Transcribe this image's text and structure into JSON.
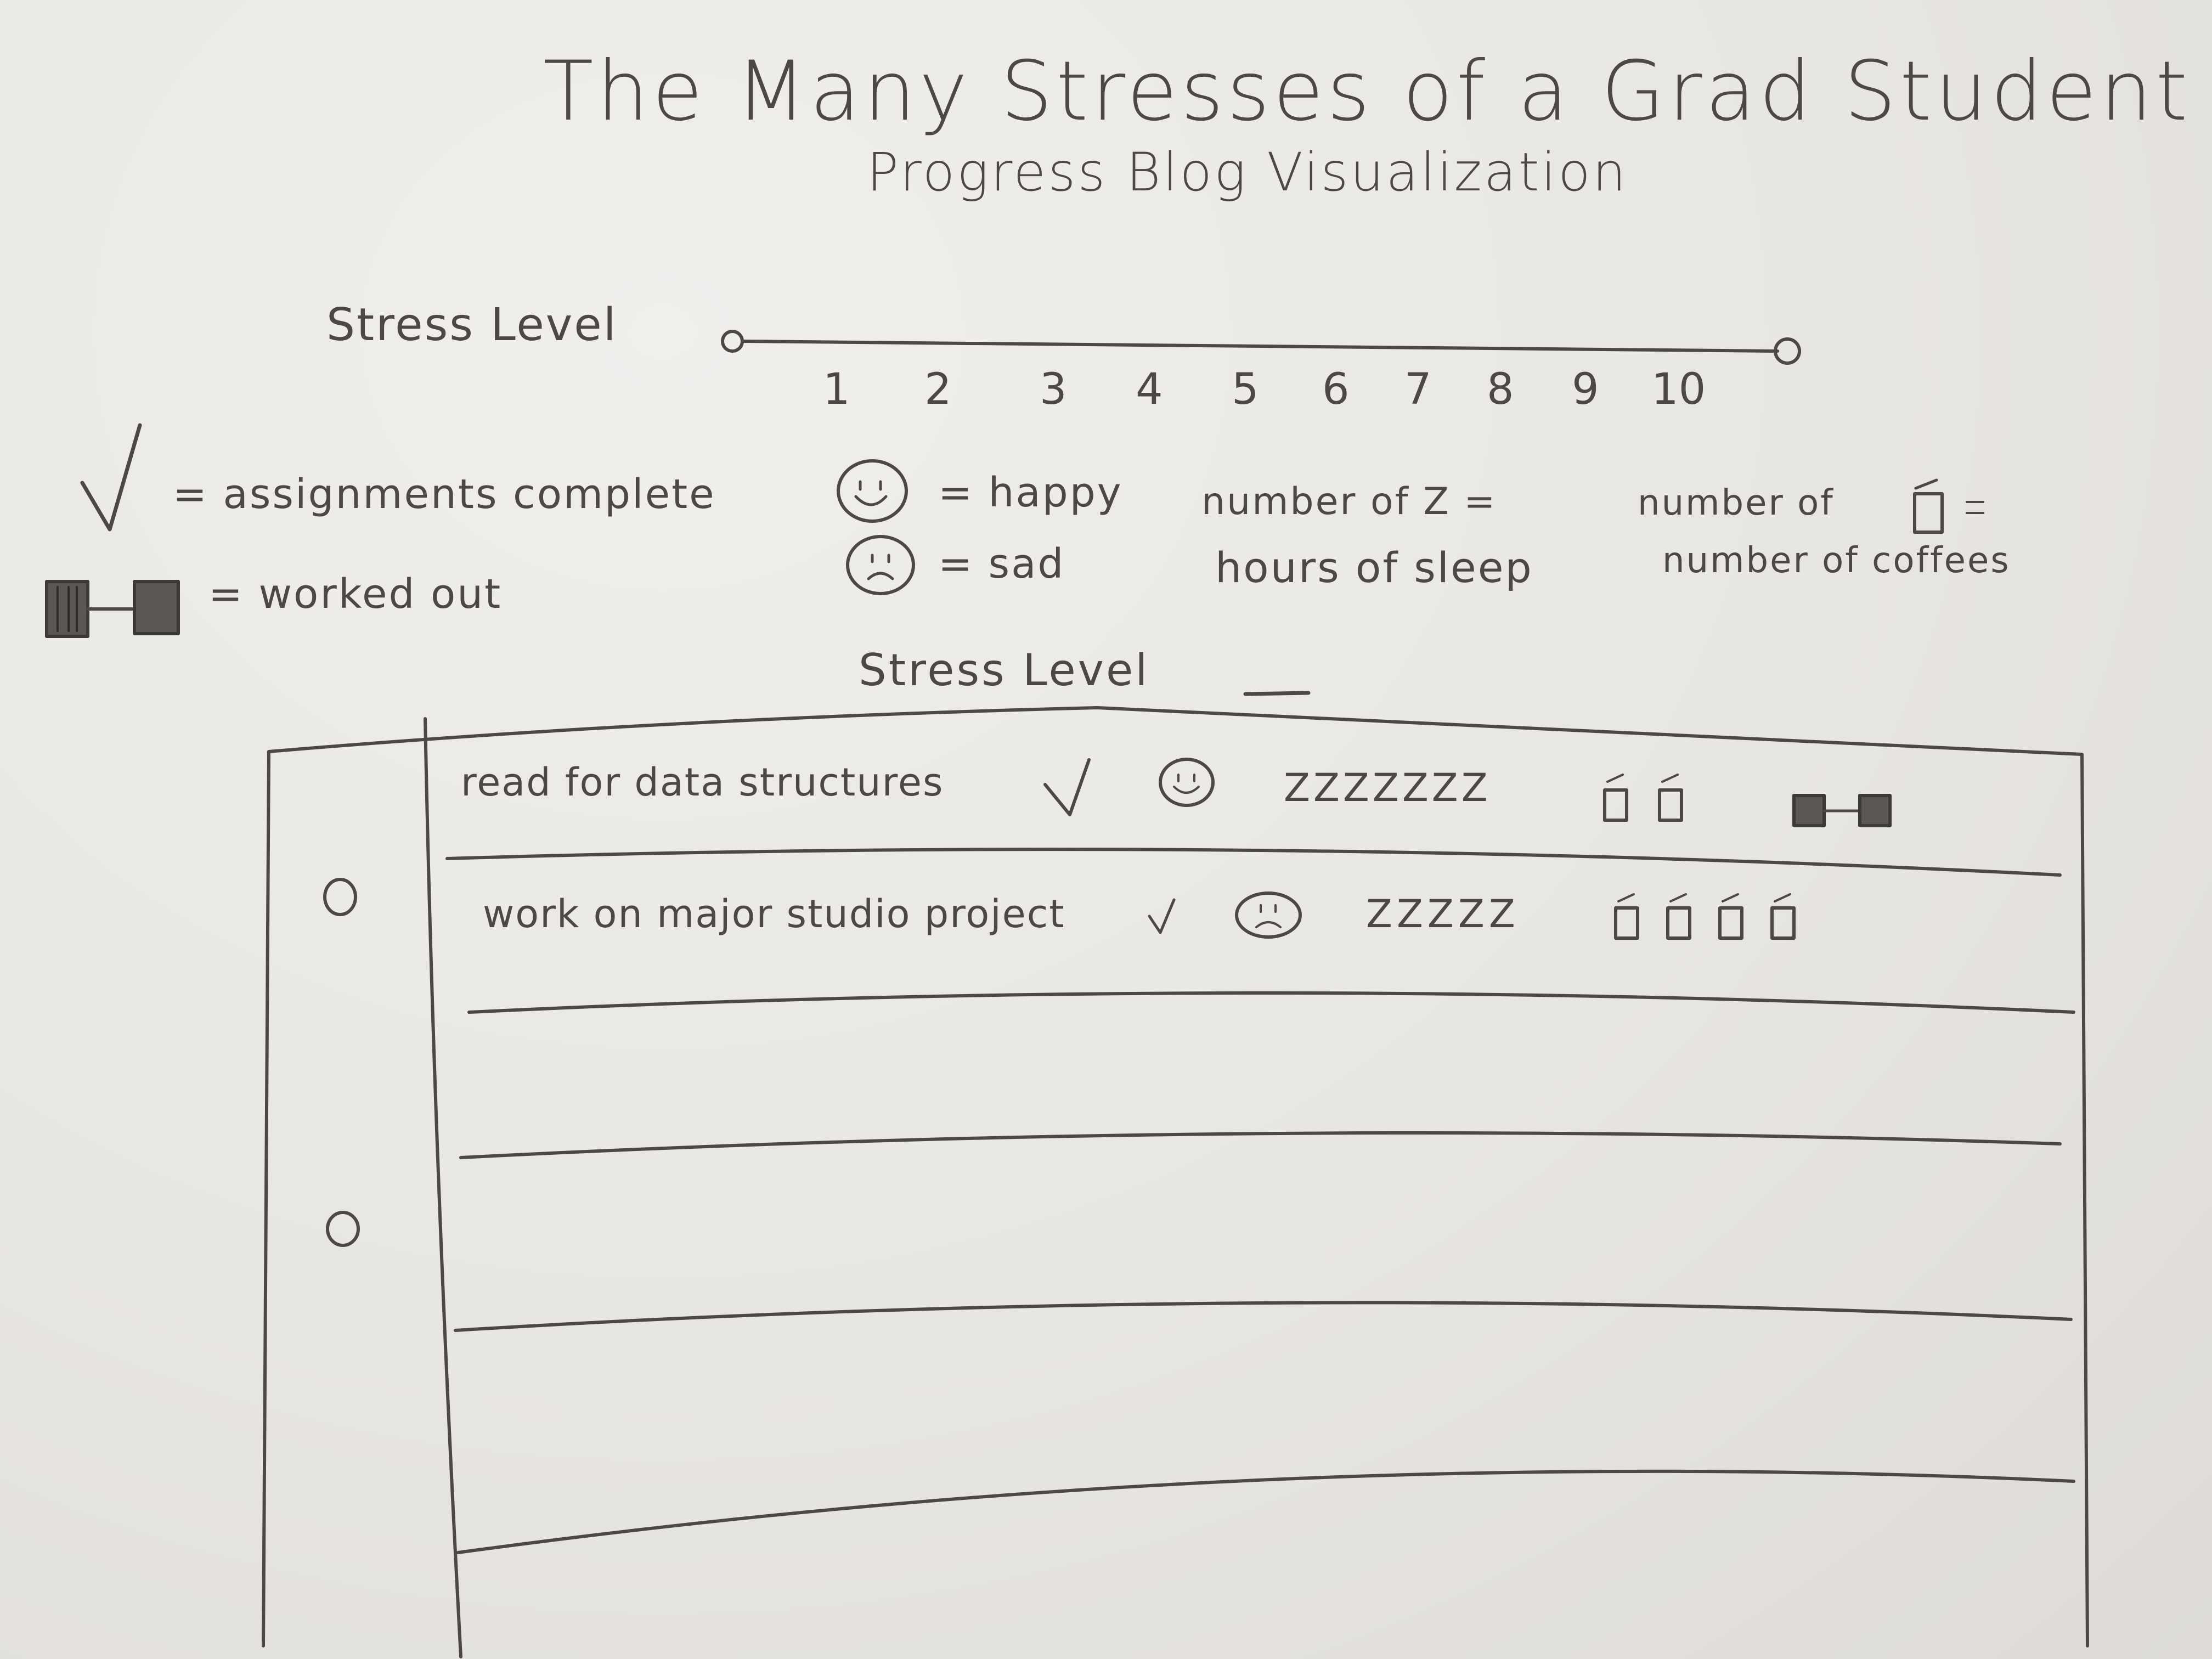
{
  "title": "The Many Stresses of a Grad Student",
  "subtitle": "Progress Blog Visualization",
  "stress_scale": {
    "label": "Stress Level",
    "ticks": [
      "1",
      "2",
      "3",
      "4",
      "5",
      "6",
      "7",
      "8",
      "9",
      "10"
    ]
  },
  "legend": {
    "check_label": "= assignments complete",
    "workout_label": "= worked out",
    "happy_label": "= happy",
    "sad_label": "= sad",
    "sleep_label_line1": "number of Z =",
    "sleep_label_line2": "hours of sleep",
    "coffee_label_line1": "number of",
    "coffee_label_line2": "number of coffees"
  },
  "table": {
    "header_label": "Stress Level",
    "rows": [
      {
        "task": "read for data structures",
        "assignment_complete": true,
        "mood": "happy",
        "sleep": "ZZZZZZZ",
        "coffees": 2,
        "worked_out": true
      },
      {
        "task": "work on major studio project",
        "assignment_complete": true,
        "mood": "sad",
        "sleep": "ZZZZZ",
        "coffees": 4,
        "worked_out": false
      }
    ],
    "empty_rows": 4
  },
  "colors": {
    "paper": "#ebe9e5",
    "pencil": "#4b4845"
  },
  "icons": [
    "checkmark-icon",
    "dumbbell-icon",
    "happy-face-icon",
    "sad-face-icon",
    "coffee-cup-icon"
  ]
}
